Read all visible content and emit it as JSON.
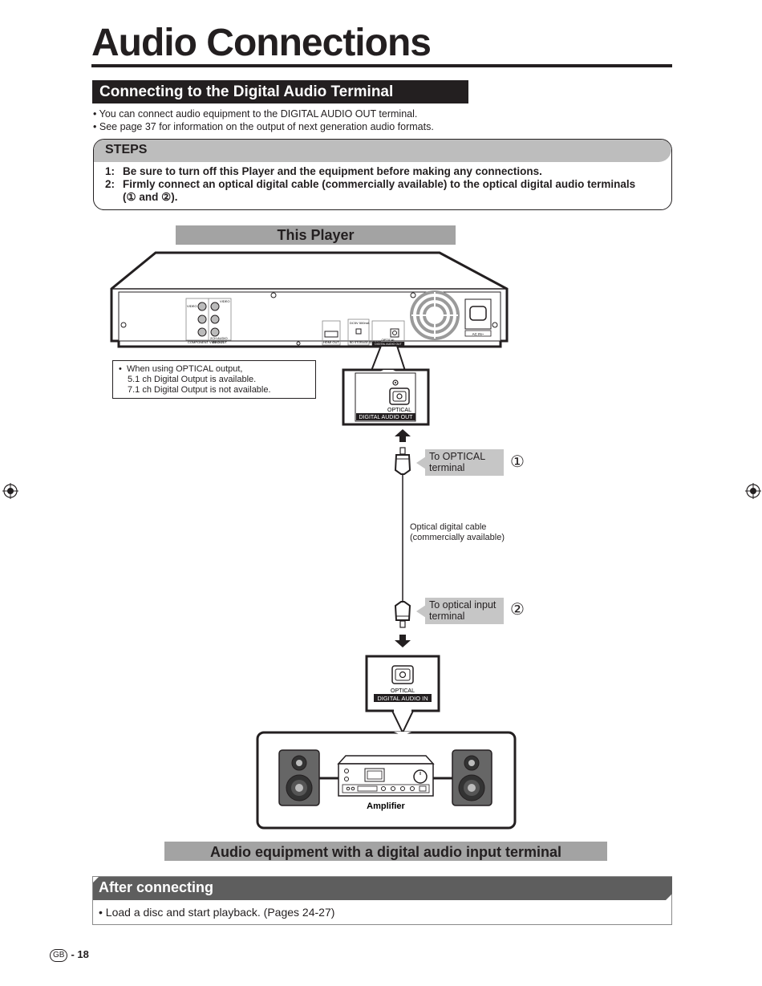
{
  "page": {
    "title": "Audio Connections",
    "section_title": "Connecting to the Digital Audio Terminal",
    "bullets": [
      "You can connect audio equipment to the DIGITAL AUDIO OUT terminal.",
      "See page 37 for information on the output of next generation audio formats."
    ]
  },
  "steps": {
    "title": "STEPS",
    "items": [
      {
        "num": "1:",
        "text": "Be sure to turn off this Player and the equipment before making any connections."
      },
      {
        "num": "2:",
        "text": "Firmly connect an optical digital cable (commercially available) to the optical digital audio terminals",
        "text2": "(① and ②)."
      }
    ]
  },
  "diagram": {
    "player_label": "This Player",
    "note": {
      "bullet": "•",
      "line1": "When using OPTICAL output,",
      "line2": "5.1 ch Digital Output is available.",
      "line3": "7.1 ch Digital Output is not available."
    },
    "out_panel": {
      "optical": "OPTICAL",
      "label": "DIGITAL AUDIO OUT"
    },
    "callout1": {
      "line1": "To OPTICAL",
      "line2": "terminal",
      "num": "①"
    },
    "cable": {
      "line1": "Optical digital cable",
      "line2": "(commercially available)"
    },
    "callout2": {
      "line1": "To optical input",
      "line2": "terminal",
      "num": "②"
    },
    "in_panel": {
      "optical": "OPTICAL",
      "label": "DIGITAL AUDIO IN"
    },
    "amplifier_label": "Amplifier",
    "equipment_label": "Audio equipment with a digital audio input terminal",
    "rear_labels": {
      "component": "COMPONENT VIDEO OUT",
      "av": "AV OUT",
      "video": "VIDEO",
      "audio": "2CH AUDIO",
      "hdmi": "HDMI OUT",
      "dc": "DC5V 500mA",
      "bd": "BD STORAGE SERVICE",
      "optical": "OPTICAL",
      "digital": "DIGITAL AUDIO OUT",
      "ac": "AC IN~"
    }
  },
  "after": {
    "title": "After connecting",
    "text": "• Load a disc and start playback. (Pages 24-27)"
  },
  "footer": {
    "badge": "GB",
    "page": "- 18"
  }
}
